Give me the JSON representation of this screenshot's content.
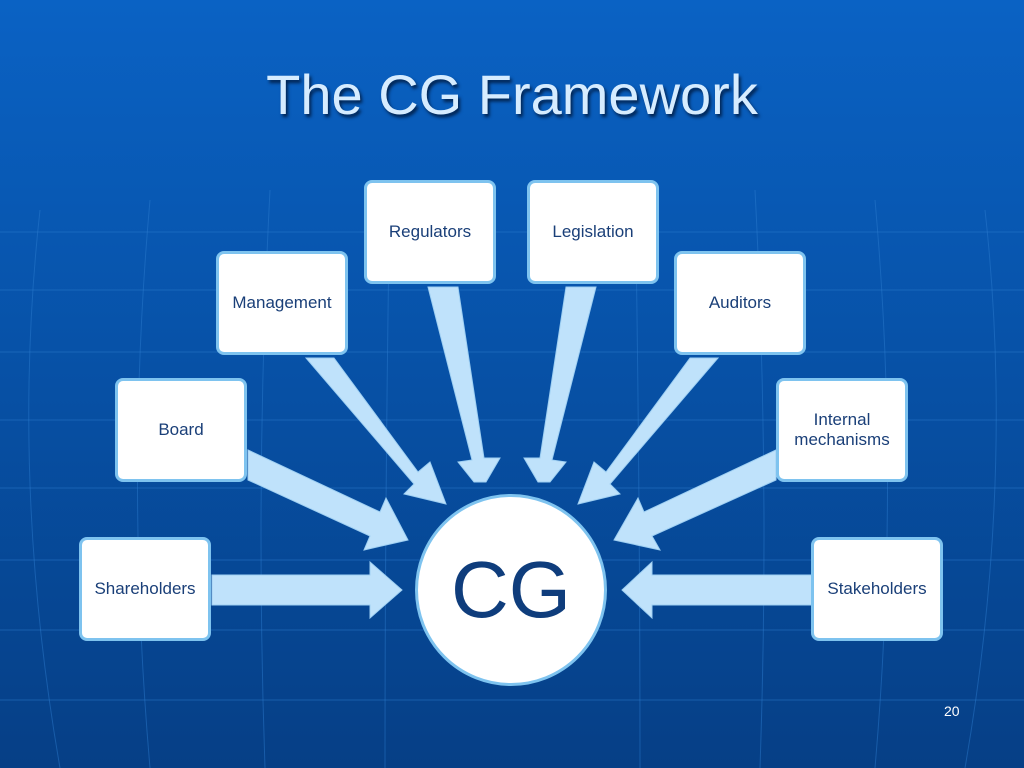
{
  "slide": {
    "title": "The CG Framework",
    "center_label": "CG",
    "page_number": "20"
  },
  "boxes": {
    "shareholders": "Shareholders",
    "board": "Board",
    "management": "Management",
    "regulators": "Regulators",
    "legislation": "Legislation",
    "auditors": "Auditors",
    "internal_mechanisms": "Internal mechanisms",
    "stakeholders": "Stakeholders"
  },
  "colors": {
    "background": "#0752a8",
    "box_border": "#7ec3ef",
    "arrow_fill": "#bfe2fb",
    "title_text": "#d6ecff",
    "box_text": "#1a3f78"
  }
}
